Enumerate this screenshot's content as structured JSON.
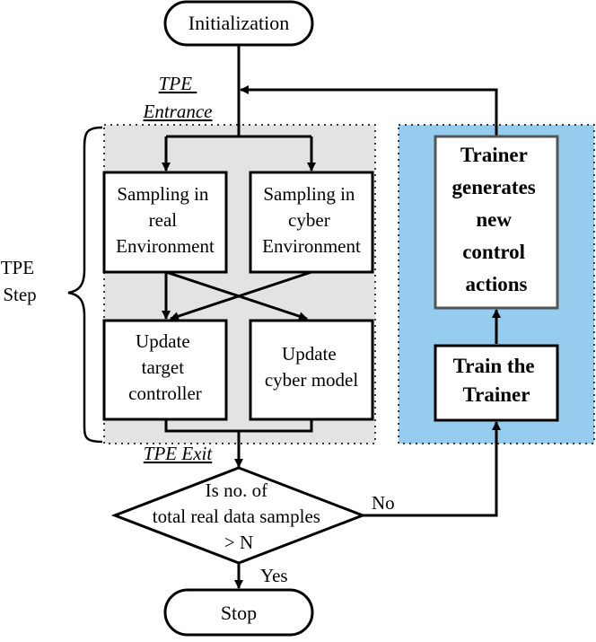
{
  "nodes": {
    "initialization": "Initialization",
    "stop": "Stop",
    "sampling_real": [
      "Sampling in",
      "real",
      "Environment"
    ],
    "sampling_cyber": [
      "Sampling in",
      "cyber",
      "Environment"
    ],
    "update_target": [
      "Update",
      "target",
      "controller"
    ],
    "update_cyber": [
      "Update",
      "cyber model"
    ],
    "trainer_generates": [
      "Trainer",
      "generates",
      "new",
      "control",
      "actions"
    ],
    "train_trainer": [
      "Train the",
      "Trainer"
    ],
    "decision": [
      "Is  no. of",
      "total real data samples",
      "> N"
    ]
  },
  "labels": {
    "tpe_entrance": [
      "TPE",
      "Entrance"
    ],
    "tpe_exit": "TPE Exit",
    "tpe_step": [
      "TPE",
      "Step"
    ],
    "yes": "Yes",
    "no": "No"
  },
  "colors": {
    "tpe_region": "#e3e3e3",
    "trainer_region": "#96cdee",
    "stroke": "#000000"
  }
}
